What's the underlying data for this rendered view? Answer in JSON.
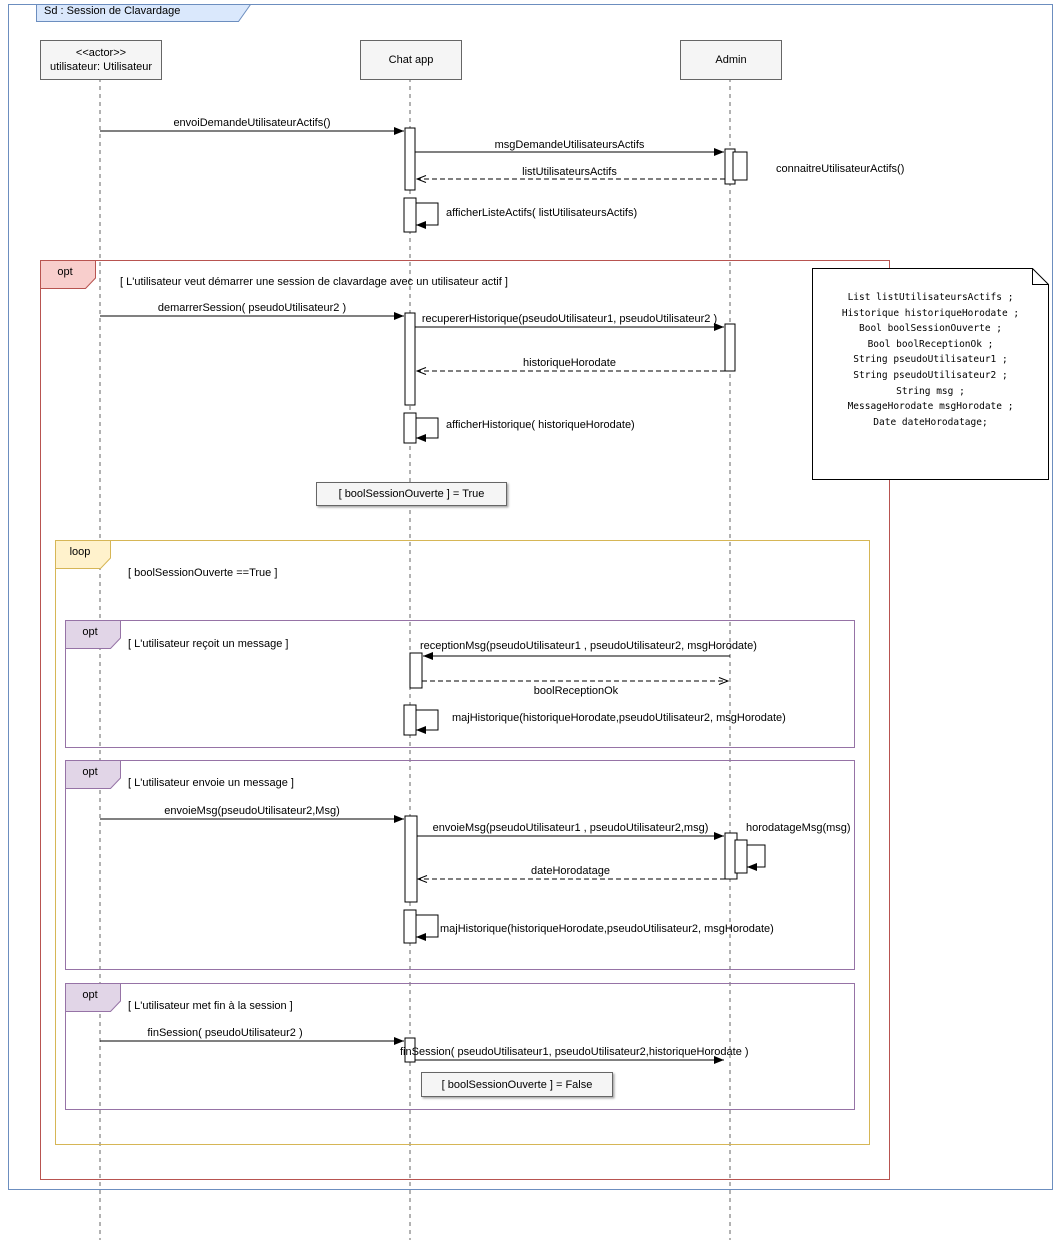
{
  "frame": {
    "title": "Sd :  Session de Clavardage"
  },
  "lifelines": {
    "actor": {
      "stereotype": "<<actor>>",
      "name": "utilisateur: Utilisateur"
    },
    "chat_app": {
      "name": "Chat app"
    },
    "admin": {
      "name": "Admin"
    }
  },
  "messages": {
    "envoi_demande": "envoiDemandeUtilisateurActifs()",
    "msg_demande": "msgDemandeUtilisateursActifs",
    "connaitre": "connaitreUtilisateurActifs()",
    "list_actifs": "listUtilisateursActifs",
    "afficher_liste": "afficherListeActifs( listUtilisateursActifs)"
  },
  "opt_session": {
    "label": "opt",
    "guard": "[ L'utilisateur veut démarrer une session de clavardage avec un utilisateur actif ]",
    "demarrer_session": "demarrerSession( pseudoUtilisateur2 )",
    "recuperer_historique": "recupererHistorique(pseudoUtilisateur1,  pseudoUtilisateur2 )",
    "historique_horodate": "historiqueHorodate",
    "afficher_historique": "afficherHistorique( historiqueHorodate)",
    "state_true": "[ boolSessionOuverte ] = True"
  },
  "note": {
    "lines": [
      "List listUtilisateursActifs ;",
      "Historique historiqueHorodate ;",
      "Bool boolSessionOuverte ;",
      "Bool boolReceptionOk ;",
      "String pseudoUtilisateur1 ;",
      "String pseudoUtilisateur2 ;",
      "String msg ;",
      "MessageHorodate msgHorodate ;",
      "Date dateHorodatage;"
    ]
  },
  "loop_fragment": {
    "label": "loop",
    "guard": "[ boolSessionOuverte ==True ]",
    "opt_receive": {
      "label": "opt",
      "guard": "[ L'utilisateur reçoit un message ]",
      "reception_msg": "receptionMsg(pseudoUtilisateur1 , pseudoUtilisateur2, msgHorodate)",
      "bool_reception_ok": "boolReceptionOk",
      "maj_historique": "majHistorique(historiqueHorodate,pseudoUtilisateur2, msgHorodate)"
    },
    "opt_send": {
      "label": "opt",
      "guard": "[ L'utilisateur envoie un message ]",
      "envoie_msg_1": "envoieMsg(pseudoUtilisateur2,Msg)",
      "envoie_msg_2": "envoieMsg(pseudoUtilisateur1 , pseudoUtilisateur2,msg)",
      "horodatage_msg": "horodatageMsg(msg)",
      "date_horodatage": "dateHorodatage",
      "maj_historique": "majHistorique(historiqueHorodate,pseudoUtilisateur2, msgHorodate)"
    },
    "opt_end": {
      "label": "opt",
      "guard": "[ L'utilisateur met fin à la session ]",
      "fin_session_1": "finSession( pseudoUtilisateur2 )",
      "fin_session_2": "finSession( pseudoUtilisateur1, pseudoUtilisateur2,historiqueHorodate )",
      "state_false": "[ boolSessionOuverte ] = False"
    }
  },
  "colors": {
    "frame_border": "#6c8ebf",
    "frame_tab_fill": "#dae8fc",
    "opt_border": "#b85450",
    "opt_tab_fill": "#f8cecc",
    "loop_border": "#d6b656",
    "loop_tab_fill": "#fff2cc",
    "inner_opt_border": "#9673a6",
    "inner_opt_tab_fill": "#e1d5e7",
    "lifeline_head_fill": "#f5f5f5"
  }
}
